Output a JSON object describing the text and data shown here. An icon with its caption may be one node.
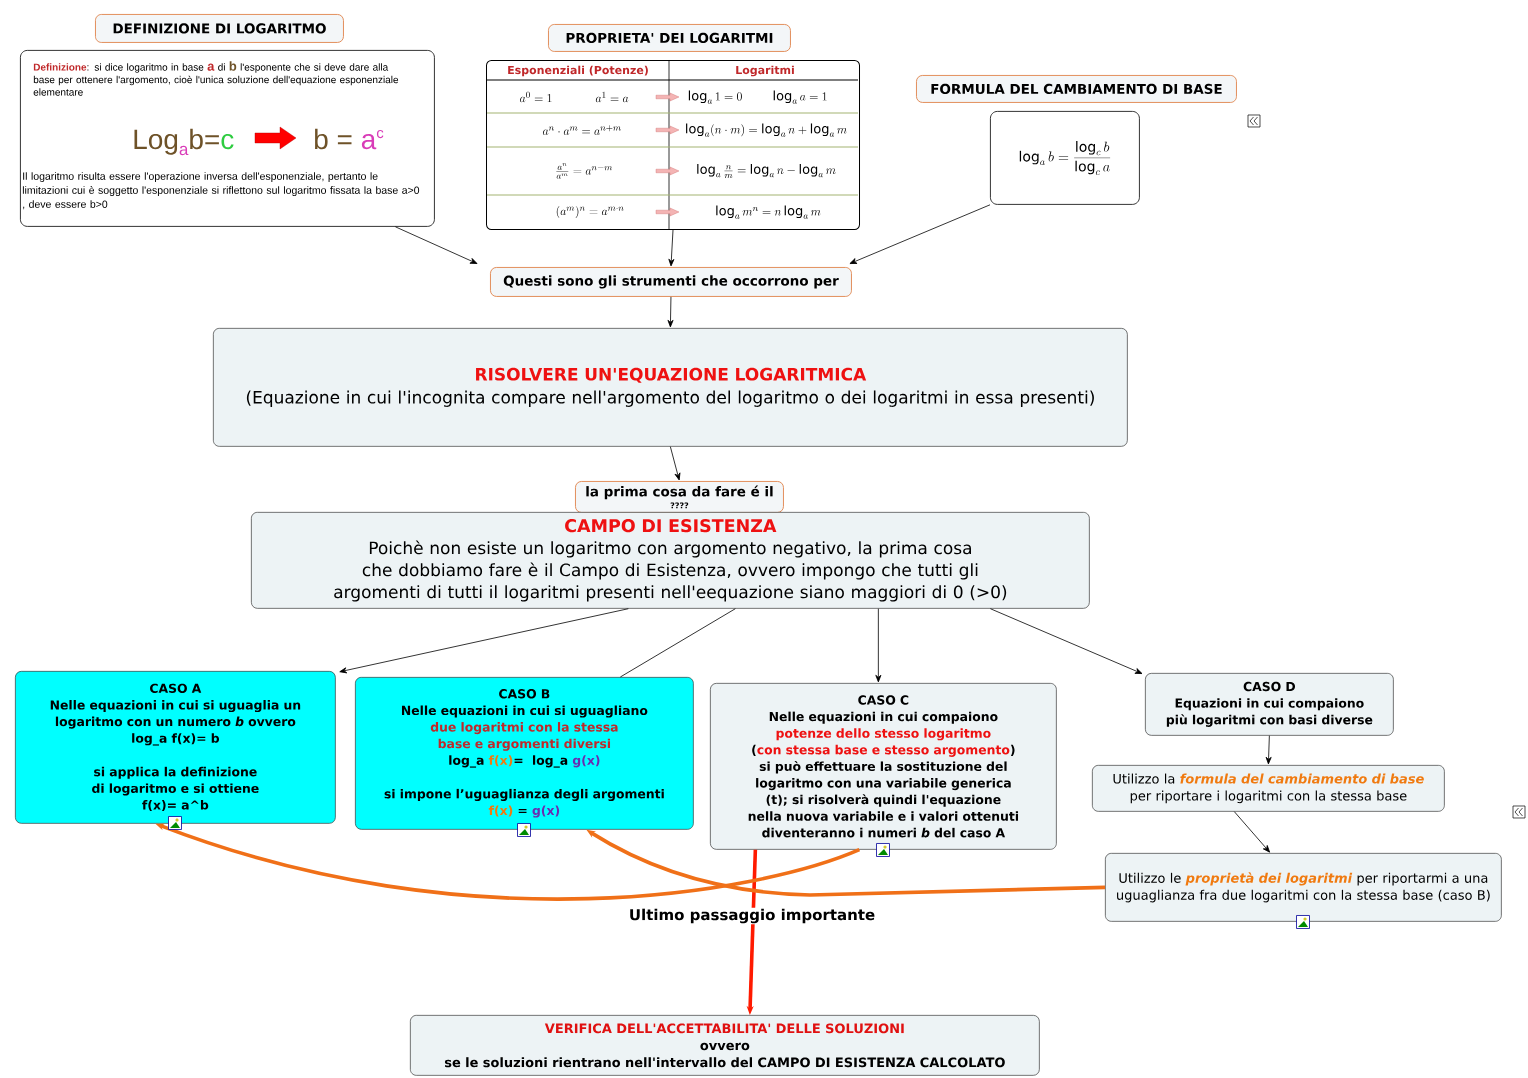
{
  "diagram": {
    "nodes": [
      {
        "text": [
          "DEFINIZIONE DI LOGARITMO"
        ]
      },
      {
        "text": [
          "Definizione",
          ": si dice logaritmo in base",
          "a",
          "di",
          "b",
          "l'esponente che si deve dare alla base per ottenere l'argomento, cioè l'unica soluzione dell'equazione esponenziale elementare",
          "Log",
          "a",
          "b=",
          "c",
          "b =",
          "a",
          "c",
          "Il logaritmo risulta essere l'operazione inversa dell'esponenziale, pertanto le limitazioni cui è soggetto l'esponenziale si riflettono sul logaritmo fissata la base a>0 , deve essere b>0"
        ]
      },
      {
        "text": [
          "PROPRIETA' DEI LOGARITMI"
        ]
      },
      {
        "text": [
          "Esponenziali (Potenze)",
          "Logaritmi",
          "a^0=1",
          "a^1=a",
          "\\log_a 1=0",
          "\\log_a a=1",
          "a^n\\cdot a^m=a^{n+m}",
          "\\log_a(n\\cdot m)=\\log_a n+\\log_a m",
          "\\frac{a^n}{a^m}=a^{n-m}",
          "\\log_a\\frac{n}{m}=\\log_a n-\\log_a m",
          "(a^m)^n=a^{m\\cdot n}",
          "\\log_a m^n=n\\log_a m"
        ]
      },
      {
        "text": [
          "FORMULA DEL CAMBIAMENTO DI BASE"
        ]
      },
      {
        "text": [
          "\\log_a b=\\frac{\\log_c b}{\\log_c a}"
        ]
      },
      {
        "text": [
          "Questi sono gli strumenti che occorrono per"
        ]
      },
      {
        "text": [
          "RISOLVERE UN'EQUAZIONE LOGARITMICA",
          "(Equazione in cui l'incognita compare nell'argomento del logaritmo o dei logaritmi in essa presenti)"
        ]
      },
      {
        "text": [
          "la prima cosa da fare é il",
          "????"
        ]
      },
      {
        "text": [
          "CAMPO DI ESISTENZA",
          "Poichè non esiste un logaritmo con argomento negativo, la prima cosa che dobbiamo fare è il Campo di Esistenza, ovvero impongo che tutti gli argomenti di tutti il logaritmi presenti nell'eequazione siano maggiori di 0 (>0)"
        ]
      },
      {
        "text": [
          "CASO A",
          "Nelle equazioni in cui si uguaglia un logaritmo con un numero *b* ovvero",
          "log_a f(x)= b",
          "si applica la definizione di logaritmo e si ottiene",
          "f(x)= a^b"
        ]
      },
      {
        "text": [
          "CASO B",
          "Nelle equazioni in cui si uguagliano",
          "due logaritmi con la stessa base e argomenti diversi",
          "log_a",
          "f(x)",
          "=",
          "log_a",
          "g(x)",
          "si impone l’uguaglianza degli argomenti",
          "f(x)",
          "=",
          "g(x)"
        ]
      },
      {
        "text": [
          "CASO C",
          "Nelle equazioni in cui compaiono",
          "potenze dello stesso logaritmo",
          "(",
          "con stessa base e stesso argomento",
          ")",
          "si può effettuare la sostituzione del logaritmo con una variabile generica (t); si risolverà quindi l'equazione nella nuova variabile e i valori ottenuti diventeranno i numeri *b* del caso A"
        ]
      },
      {
        "text": [
          "CASO D",
          "Equazioni in cui compaiono più logaritmi con basi diverse"
        ]
      },
      {
        "text": [
          "Utilizzo la",
          "formula del cambiamento di base",
          "per riportare i logaritmi con la stessa base"
        ]
      },
      {
        "text": [
          "Utilizzo le",
          "proprietà dei logaritmi",
          "per riportarmi a una uguaglianza fra due logaritmi con la stessa base (caso B)"
        ]
      },
      {
        "text": [
          "VERIFICA DELL'ACCETTABILITA' DELLE SOLUZIONI",
          "ovvero",
          "se le soluzioni rientrano nell'intervallo del CAMPO DI ESISTENZA CALCOLATO"
        ]
      }
    ],
    "edges": [
      {
        "from": 1,
        "to": 6,
        "arrow": "to"
      },
      {
        "from": 3,
        "to": 6,
        "arrow": "to"
      },
      {
        "from": 5,
        "to": 6,
        "arrow": "to"
      },
      {
        "from": 6,
        "to": 7,
        "arrow": "to"
      },
      {
        "from": 7,
        "to": 8,
        "arrow": "to"
      },
      {
        "from": 9,
        "to": 10,
        "arrow": "to"
      },
      {
        "from": 9,
        "to": 11,
        "arrow": "none"
      },
      {
        "from": 9,
        "to": 12,
        "arrow": "to"
      },
      {
        "from": 9,
        "to": 13,
        "arrow": "to"
      },
      {
        "from": 13,
        "to": 14,
        "arrow": "to"
      },
      {
        "from": 14,
        "to": 15,
        "arrow": "to"
      },
      {
        "from": 12,
        "to": 16,
        "arrow": "to",
        "label": "Ultimo passaggio importante",
        "style": "thick",
        "color": "#ff1a00"
      },
      {
        "from": 12,
        "to": 10,
        "arrow": "to",
        "style": "thick",
        "color": "#f07018"
      },
      {
        "from": 15,
        "to": 11,
        "arrow": "to",
        "style": "thick",
        "color": "#f07018"
      }
    ]
  }
}
